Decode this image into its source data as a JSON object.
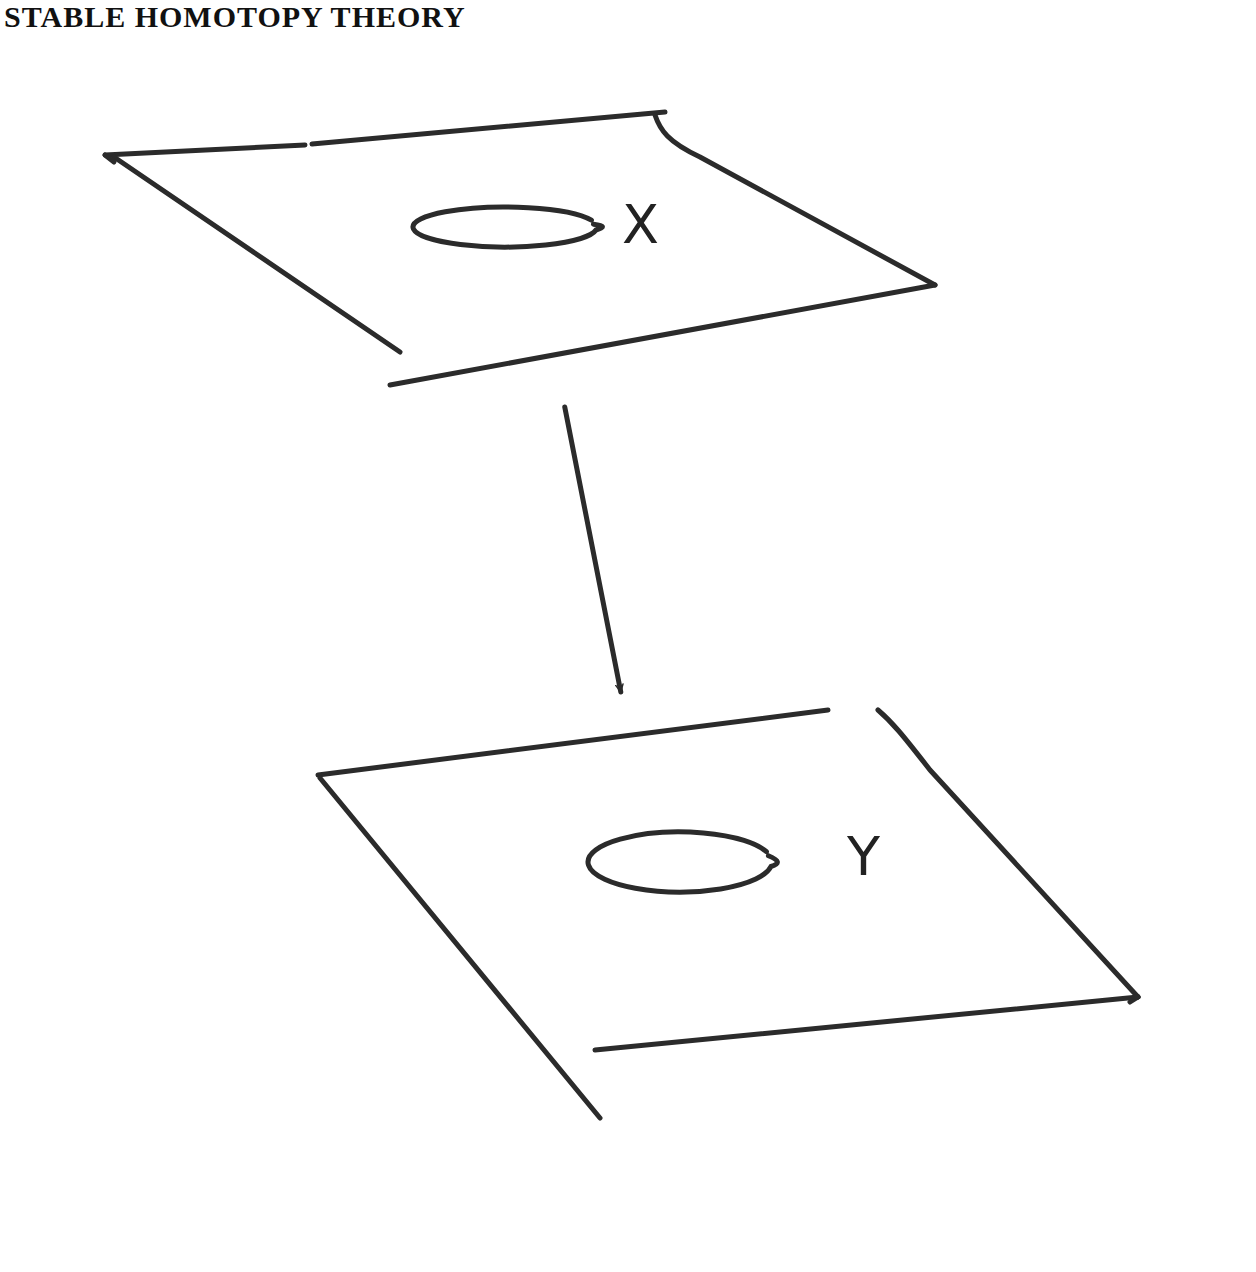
{
  "diagram": {
    "title": "STABLE HOMOTOPY THEORY",
    "nodes": [
      {
        "text": [
          "X"
        ]
      },
      {
        "text": [
          "Y"
        ]
      }
    ],
    "edges": [
      {
        "from": 0,
        "to": 1,
        "arrow": "to"
      }
    ]
  }
}
